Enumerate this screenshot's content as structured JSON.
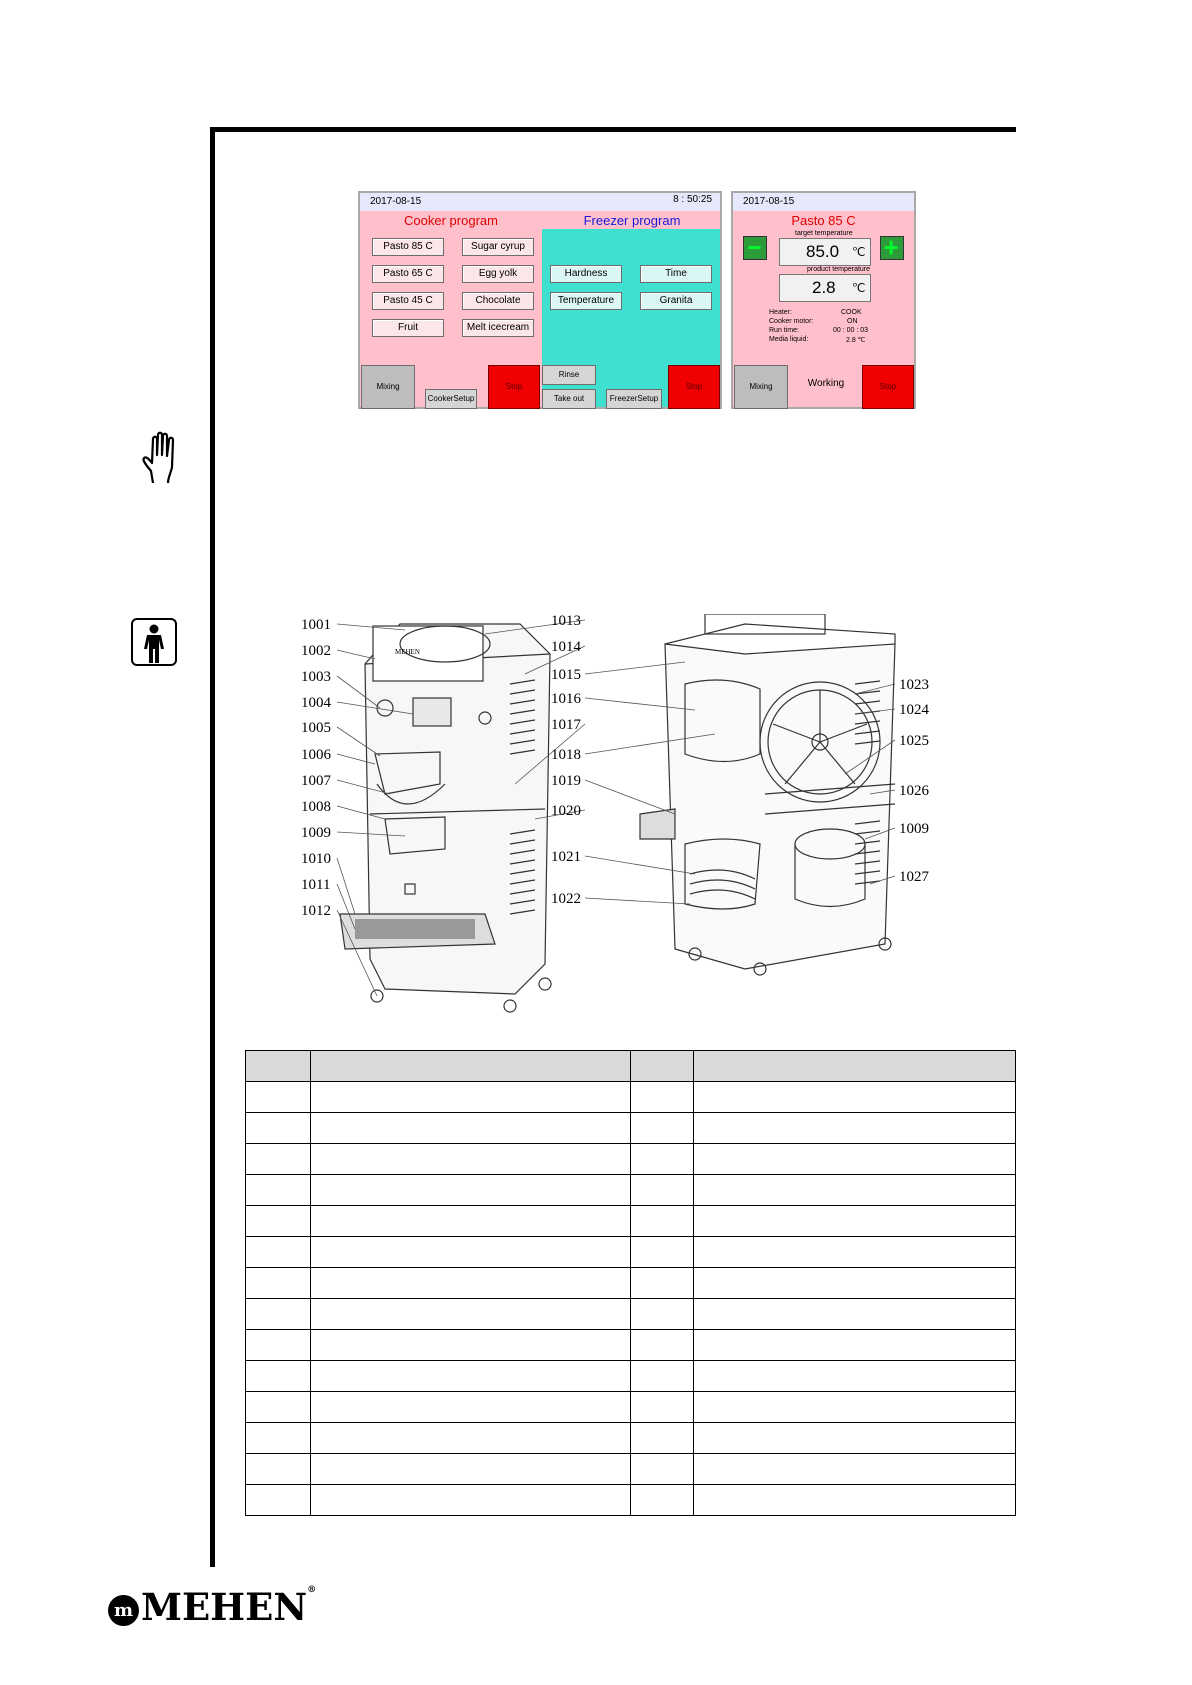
{
  "screen1": {
    "date": "2017-08-15",
    "time": "8 : 50:25",
    "cooker_title": "Cooker program",
    "freezer_title": "Freezer program",
    "cooker_buttons": [
      "Pasto 85 C",
      "Sugar cyrup",
      "Pasto 65 C",
      "Egg yolk",
      "Pasto 45 C",
      "Chocolate",
      "Fruit",
      "Melt icecream"
    ],
    "freezer_buttons": [
      "Hardness",
      "Time",
      "Temperature",
      "Granita"
    ],
    "mixing": "Mixing",
    "cooker_setup": "CookerSetup",
    "stop1": "Stop",
    "rinse": "Rinse",
    "take_out": "Take out",
    "freezer_setup": "FreezerSetup",
    "stop2": "Stop"
  },
  "screen2": {
    "date": "2017-08-15",
    "title": "Pasto 85 C",
    "target_label": "target temperature",
    "target_value": "85.0",
    "unit": "℃",
    "product_label": "product temperature",
    "product_value": "2.8",
    "heater_label": "Heater:",
    "heater_value": "COOK",
    "motor_label": "Cooker motor:",
    "motor_value": "ON",
    "runtime_label": "Run time:",
    "runtime_value": "00 : 00 : 03",
    "media_label": "Media liquid:",
    "media_value": "2.8 ℃",
    "mixing": "Mixing",
    "status": "Working",
    "stop": "Stop"
  },
  "machine": {
    "brand_on_machine": "MEHEN",
    "callouts_left": [
      "1001",
      "1002",
      "1003",
      "1004",
      "1005",
      "1006",
      "1007",
      "1008",
      "1009",
      "1010",
      "1011",
      "1012"
    ],
    "callouts_mid": [
      "1013",
      "1014",
      "1015",
      "1016",
      "1017",
      "1018",
      "1019",
      "1020",
      "1021",
      "1022"
    ],
    "callouts_right": [
      "1023",
      "1024",
      "1025",
      "1026",
      "1009",
      "1027"
    ]
  },
  "footer": {
    "logo_mark": "m",
    "logo_text": "MEHEN",
    "logo_reg": "®"
  }
}
